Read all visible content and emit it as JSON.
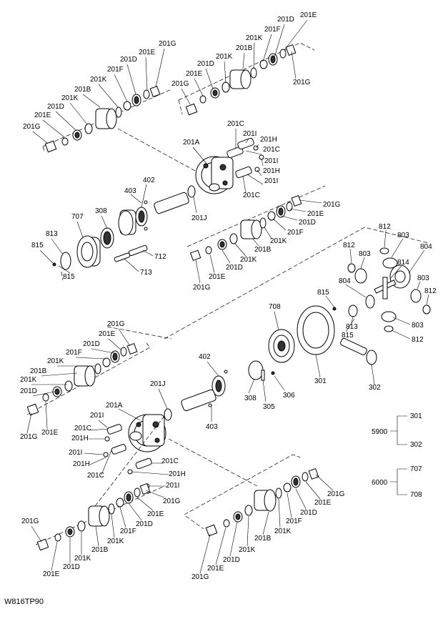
{
  "diagram_code": "W816TP90",
  "labels": {
    "g1": [
      "201E",
      "201D",
      "201F",
      "201K",
      "201B",
      "201D",
      "201K",
      "201E",
      "201G"
    ],
    "top_left": [
      "201G",
      "201E",
      "201D",
      "201F",
      "201K",
      "201B",
      "201K",
      "201D",
      "201E",
      "201G"
    ],
    "carrier_top": [
      "201C",
      "201I",
      "201H",
      "201C",
      "201I",
      "201H",
      "201I",
      "201C",
      "201A",
      "201J"
    ],
    "mid": [
      "402",
      "403",
      "308",
      "707",
      "813",
      "815",
      "815",
      "712",
      "713"
    ],
    "g3": [
      "201G",
      "201E",
      "201D",
      "201F",
      "201K",
      "201B",
      "201D",
      "201E",
      "201G"
    ],
    "diff": [
      "812",
      "803",
      "804",
      "812",
      "803",
      "814",
      "804",
      "803",
      "812",
      "815",
      "813",
      "815",
      "803",
      "812"
    ],
    "ring": [
      "708",
      "301",
      "302",
      "305",
      "306",
      "308",
      "402",
      "403",
      "201J"
    ],
    "left_low": [
      "201G",
      "201E",
      "201D",
      "201F",
      "201K",
      "201B",
      "201D",
      "201G",
      "201E"
    ],
    "carrier_low": [
      "201A",
      "201I",
      "201C",
      "201H",
      "201I",
      "201H",
      "201C",
      "201C",
      "201H",
      "201I"
    ],
    "g5": [
      "201G",
      "201E",
      "201D",
      "201F",
      "201K",
      "201B",
      "201K",
      "201D",
      "201E"
    ],
    "g6": [
      "201G",
      "201E",
      "201D",
      "201F",
      "201K",
      "201B",
      "201K",
      "201D",
      "201E",
      "201G"
    ]
  },
  "groups": [
    {
      "code": "5900",
      "members": [
        "301",
        "302"
      ]
    },
    {
      "code": "6000",
      "members": [
        "707",
        "708"
      ]
    }
  ]
}
